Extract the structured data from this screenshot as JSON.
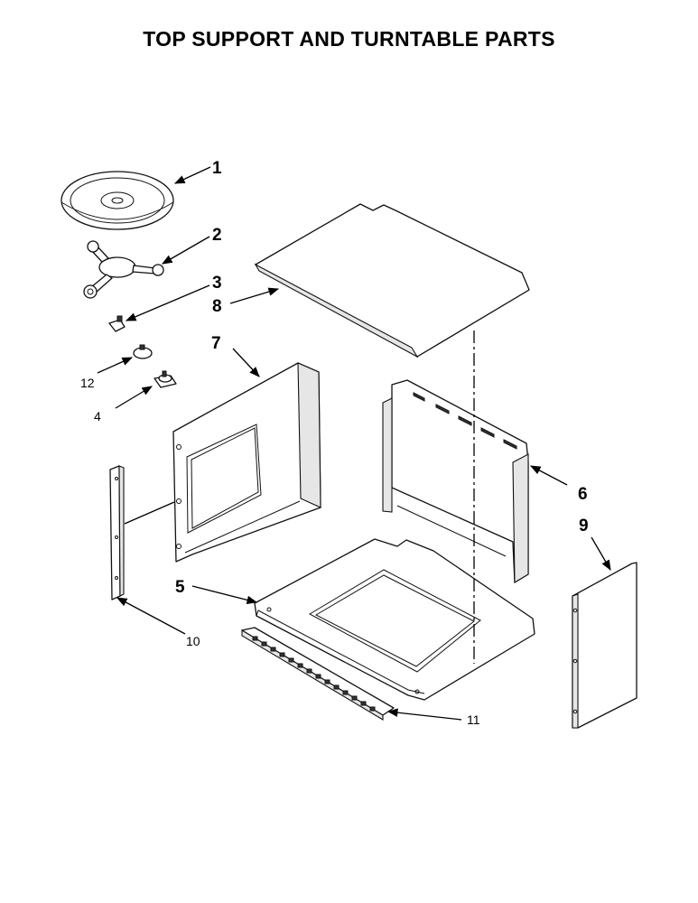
{
  "title": "TOP SUPPORT AND TURNTABLE PARTS",
  "colors": {
    "ink": "#000000",
    "background": "#ffffff",
    "panel_shade": "#e6e6e6"
  },
  "parts": [
    {
      "id": "turntable-tray",
      "callout": "1"
    },
    {
      "id": "turntable-support",
      "callout": "2"
    },
    {
      "id": "coupler",
      "callout": "3"
    },
    {
      "id": "motor-bracket",
      "callout": "12"
    },
    {
      "id": "turntable-motor",
      "callout": "4"
    },
    {
      "id": "bottom-panel",
      "callout": "5"
    },
    {
      "id": "right-side-panel",
      "callout": "6"
    },
    {
      "id": "left-side-panel",
      "callout": "7"
    },
    {
      "id": "top-panel",
      "callout": "8"
    },
    {
      "id": "rear-panel",
      "callout": "9"
    },
    {
      "id": "vertical-bracket",
      "callout": "10"
    },
    {
      "id": "front-vent",
      "callout": "11"
    }
  ]
}
